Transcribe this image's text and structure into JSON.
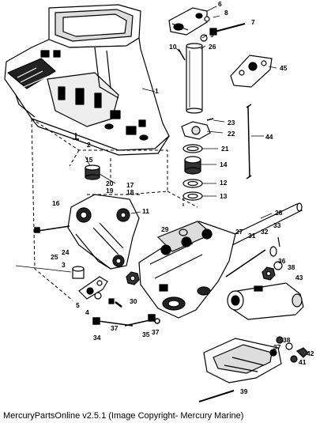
{
  "diagram": {
    "parts": [
      {
        "id": "p1",
        "number": "1"
      },
      {
        "id": "p2",
        "number": "2"
      },
      {
        "id": "p3",
        "number": "3"
      },
      {
        "id": "p4",
        "number": "4"
      },
      {
        "id": "p5",
        "number": "5"
      },
      {
        "id": "p6",
        "number": "6"
      },
      {
        "id": "p7",
        "number": "7"
      },
      {
        "id": "p8",
        "number": "8"
      },
      {
        "id": "p9",
        "number": "9"
      },
      {
        "id": "p10",
        "number": "10"
      },
      {
        "id": "p11",
        "number": "11"
      },
      {
        "id": "p12",
        "number": "12"
      },
      {
        "id": "p13",
        "number": "13"
      },
      {
        "id": "p14",
        "number": "14"
      },
      {
        "id": "p15",
        "number": "15"
      },
      {
        "id": "p16",
        "number": "16"
      },
      {
        "id": "p17",
        "number": "17"
      },
      {
        "id": "p18",
        "number": "18"
      },
      {
        "id": "p19",
        "number": "19"
      },
      {
        "id": "p20",
        "number": "20"
      },
      {
        "id": "p21",
        "number": "21"
      },
      {
        "id": "p22",
        "number": "22"
      },
      {
        "id": "p23",
        "number": "23"
      },
      {
        "id": "p24",
        "number": "24"
      },
      {
        "id": "p25",
        "number": "25"
      },
      {
        "id": "p26",
        "number": "26"
      },
      {
        "id": "p27",
        "number": "27"
      },
      {
        "id": "p28",
        "number": "28"
      },
      {
        "id": "p29",
        "number": "29"
      },
      {
        "id": "p30",
        "number": "30"
      },
      {
        "id": "p31",
        "number": "31"
      },
      {
        "id": "p32",
        "number": "32"
      },
      {
        "id": "p33",
        "number": "33"
      },
      {
        "id": "p34",
        "number": "34"
      },
      {
        "id": "p35",
        "number": "35"
      },
      {
        "id": "p36",
        "number": "36"
      },
      {
        "id": "p37a",
        "number": "37"
      },
      {
        "id": "p37b",
        "number": "37"
      },
      {
        "id": "p37c",
        "number": "37"
      },
      {
        "id": "p38a",
        "number": "38"
      },
      {
        "id": "p38b",
        "number": "38"
      },
      {
        "id": "p39",
        "number": "39"
      },
      {
        "id": "p41",
        "number": "41"
      },
      {
        "id": "p42",
        "number": "42"
      },
      {
        "id": "p43",
        "number": "43"
      },
      {
        "id": "p44",
        "number": "44"
      },
      {
        "id": "p45",
        "number": "45"
      }
    ]
  },
  "footer": {
    "text": "MercuryPartsOnline v2.5.1 (Image Copyright- Mercury Marine)"
  }
}
